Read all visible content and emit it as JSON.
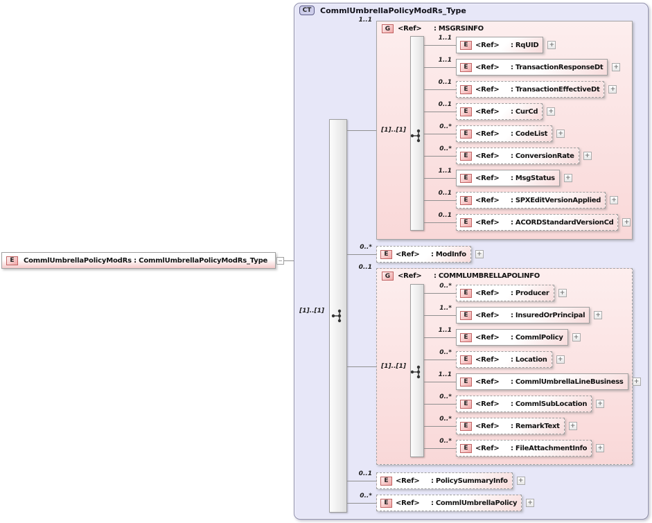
{
  "icons": {
    "expand_glyph": "+",
    "collapse_glyph": "−",
    "sequence_icon": "branch-dots"
  },
  "colors": {
    "ct_fill": "#e7e7f8",
    "group_fill_top": "#fdeeee",
    "group_fill_bottom": "#f9d8d8",
    "element_icon_red": "#c06262",
    "connector": "#8f8f8f"
  },
  "root_element": {
    "icon_label": "E",
    "label": "CommlUmbrellaPolicyModRs : CommlUmbrellaPolicyModRs_Type"
  },
  "complex_type": {
    "icon_label": "CT",
    "title": "CommlUmbrellaPolicyModRs_Type",
    "compositor": {
      "type": "sequence",
      "occurs_label": "[1]..[1]"
    },
    "children": [
      {
        "type": "group",
        "icon_label": "G",
        "ref_label": "<Ref>",
        "name_label": ": MSGRSINFO",
        "occurs_label": "1..1",
        "compositor": {
          "type": "sequence",
          "occurs_label": "[1]..[1]"
        },
        "children": [
          {
            "type": "element",
            "icon_label": "E",
            "ref_label": "<Ref>",
            "name_label": ": RqUID",
            "occurs_label": "1..1",
            "optional": false
          },
          {
            "type": "element",
            "icon_label": "E",
            "ref_label": "<Ref>",
            "name_label": ": TransactionResponseDt",
            "occurs_label": "1..1",
            "optional": false
          },
          {
            "type": "element",
            "icon_label": "E",
            "ref_label": "<Ref>",
            "name_label": ": TransactionEffectiveDt",
            "occurs_label": "0..1",
            "optional": true
          },
          {
            "type": "element",
            "icon_label": "E",
            "ref_label": "<Ref>",
            "name_label": ": CurCd",
            "occurs_label": "0..1",
            "optional": true
          },
          {
            "type": "element",
            "icon_label": "E",
            "ref_label": "<Ref>",
            "name_label": ": CodeList",
            "occurs_label": "0..*",
            "optional": true
          },
          {
            "type": "element",
            "icon_label": "E",
            "ref_label": "<Ref>",
            "name_label": ": ConversionRate",
            "occurs_label": "0..*",
            "optional": true
          },
          {
            "type": "element",
            "icon_label": "E",
            "ref_label": "<Ref>",
            "name_label": ": MsgStatus",
            "occurs_label": "1..1",
            "optional": false
          },
          {
            "type": "element",
            "icon_label": "E",
            "ref_label": "<Ref>",
            "name_label": ": SPXEditVersionApplied",
            "occurs_label": "0..1",
            "optional": true
          },
          {
            "type": "element",
            "icon_label": "E",
            "ref_label": "<Ref>",
            "name_label": ": ACORDStandardVersionCd",
            "occurs_label": "0..1",
            "optional": true
          }
        ]
      },
      {
        "type": "element",
        "icon_label": "E",
        "ref_label": "<Ref>",
        "name_label": ": ModInfo",
        "occurs_label": "0..*",
        "optional": true
      },
      {
        "type": "group",
        "icon_label": "G",
        "ref_label": "<Ref>",
        "name_label": ": COMMLUMBRELLAPOLINFO",
        "occurs_label": "0..1",
        "optional": true,
        "compositor": {
          "type": "sequence",
          "occurs_label": "[1]..[1]"
        },
        "children": [
          {
            "type": "element",
            "icon_label": "E",
            "ref_label": "<Ref>",
            "name_label": ": Producer",
            "occurs_label": "0..*",
            "optional": true
          },
          {
            "type": "element",
            "icon_label": "E",
            "ref_label": "<Ref>",
            "name_label": ": InsuredOrPrincipal",
            "occurs_label": "1..*",
            "optional": false
          },
          {
            "type": "element",
            "icon_label": "E",
            "ref_label": "<Ref>",
            "name_label": ": CommlPolicy",
            "occurs_label": "1..1",
            "optional": false
          },
          {
            "type": "element",
            "icon_label": "E",
            "ref_label": "<Ref>",
            "name_label": ": Location",
            "occurs_label": "0..*",
            "optional": true
          },
          {
            "type": "element",
            "icon_label": "E",
            "ref_label": "<Ref>",
            "name_label": ": CommlUmbrellaLineBusiness",
            "occurs_label": "1..1",
            "optional": false
          },
          {
            "type": "element",
            "icon_label": "E",
            "ref_label": "<Ref>",
            "name_label": ": CommlSubLocation",
            "occurs_label": "0..*",
            "optional": true
          },
          {
            "type": "element",
            "icon_label": "E",
            "ref_label": "<Ref>",
            "name_label": ": RemarkText",
            "occurs_label": "0..*",
            "optional": true
          },
          {
            "type": "element",
            "icon_label": "E",
            "ref_label": "<Ref>",
            "name_label": ": FileAttachmentInfo",
            "occurs_label": "0..*",
            "optional": true
          }
        ]
      },
      {
        "type": "element",
        "icon_label": "E",
        "ref_label": "<Ref>",
        "name_label": ": PolicySummaryInfo",
        "occurs_label": "0..1",
        "optional": true
      },
      {
        "type": "element",
        "icon_label": "E",
        "ref_label": "<Ref>",
        "name_label": ": CommlUmbrellaPolicy",
        "occurs_label": "0..*",
        "optional": true
      }
    ]
  }
}
